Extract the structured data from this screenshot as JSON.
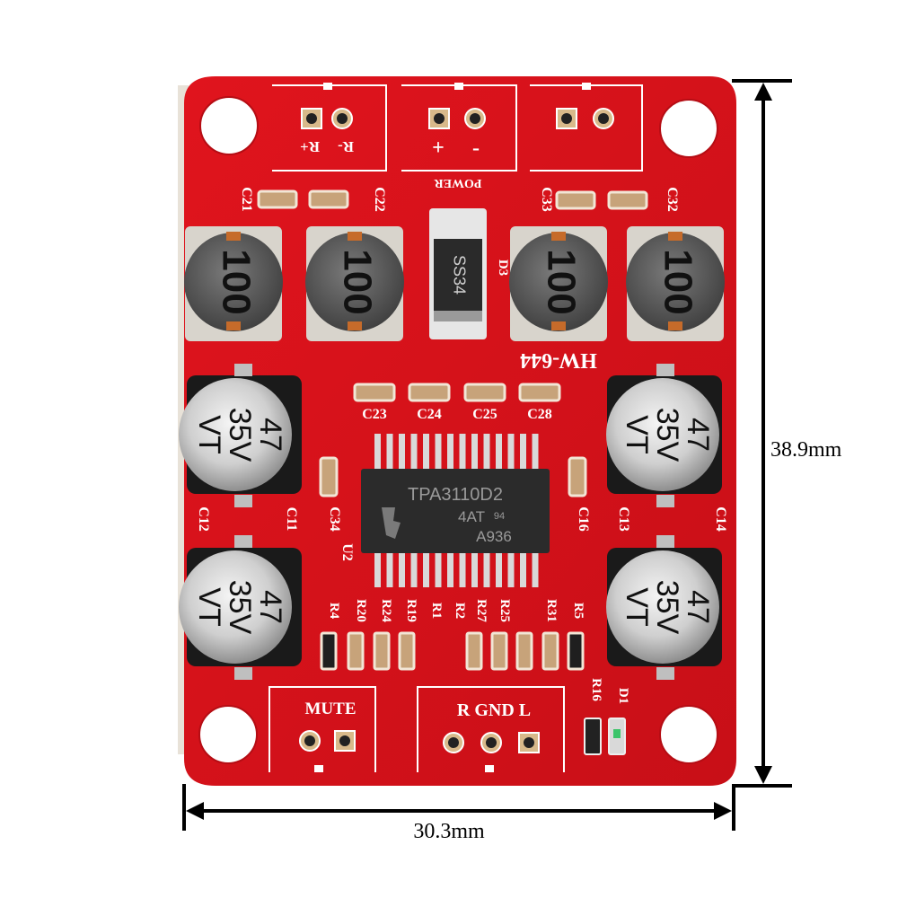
{
  "image": {
    "subject": "HW-644 TPA3110D2 amplifier board",
    "dimensions": {
      "width_label": "30.3mm",
      "height_label": "38.9mm"
    }
  },
  "board": {
    "model": "HW-644",
    "color": "#d9121b",
    "connectors": {
      "right_out": {
        "labels": [
          "R+",
          "R-"
        ]
      },
      "power": {
        "name": "POWER",
        "labels": [
          "+",
          "-"
        ]
      },
      "left_out": {
        "labels": [
          "",
          ""
        ]
      },
      "mute": {
        "name": "MUTE"
      },
      "input": {
        "name": "R GND L"
      }
    },
    "inductors": [
      {
        "marking": "100"
      },
      {
        "marking": "100"
      },
      {
        "marking": "100"
      },
      {
        "marking": "100"
      }
    ],
    "diode": {
      "marking": "SS34",
      "ref": "D3"
    },
    "chip": {
      "line1": "TPA3110D2",
      "line2": "4AT",
      "line2b": "94",
      "line3": "A936",
      "ref": "U2"
    },
    "capacitors": [
      {
        "line1": "47",
        "line2": "35V",
        "line3": "VT"
      },
      {
        "line1": "47",
        "line2": "35V",
        "line3": "VT"
      },
      {
        "line1": "47",
        "line2": "35V",
        "line3": "VT"
      },
      {
        "line1": "47",
        "line2": "35V",
        "line3": "VT"
      }
    ],
    "refs": {
      "c21": "C21",
      "c22": "C22",
      "c33": "C33",
      "c32": "C32",
      "c23": "C23",
      "c24": "C24",
      "c25": "C25",
      "c28": "C28",
      "c12": "C12",
      "c11": "C11",
      "c34": "C34",
      "c16": "C16",
      "c13": "C13",
      "c14": "C14",
      "r4": "R4",
      "r5": "R5",
      "r16": "R16",
      "d1": "D1",
      "bottom_row": [
        "R20",
        "R24",
        "R19",
        "R1",
        "R2",
        "R27",
        "R25",
        "R31"
      ]
    }
  }
}
